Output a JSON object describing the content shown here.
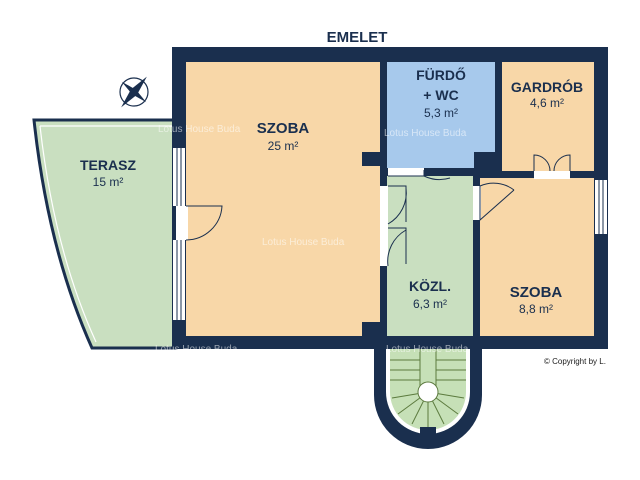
{
  "title": "EMELET",
  "rooms": {
    "szoba_main": {
      "name": "SZOBA",
      "area": "25 m²"
    },
    "furdo": {
      "name_line1": "FÜRDŐ",
      "name_line2": "+ WC",
      "area": "5,3 m²"
    },
    "gardrob": {
      "name": "GARDRÓB",
      "area": "4,6 m²"
    },
    "terasz": {
      "name": "TERASZ",
      "area": "15 m²"
    },
    "kozl": {
      "name": "KÖZL.",
      "area": "6,3 m²"
    },
    "szoba_small": {
      "name": "SZOBA",
      "area": "8,8 m²"
    }
  },
  "watermark": "Lotus House Buda",
  "copyright": "© Copyright by L.",
  "icons": [
    "compass-icon"
  ],
  "colors": {
    "wall": "#1a2f4e",
    "room": "#f8d7a8",
    "bath": "#a7c9ec",
    "terrace": "#c9dfc0",
    "landing": "#c9dfc0",
    "stair": "#c6e0b7"
  }
}
